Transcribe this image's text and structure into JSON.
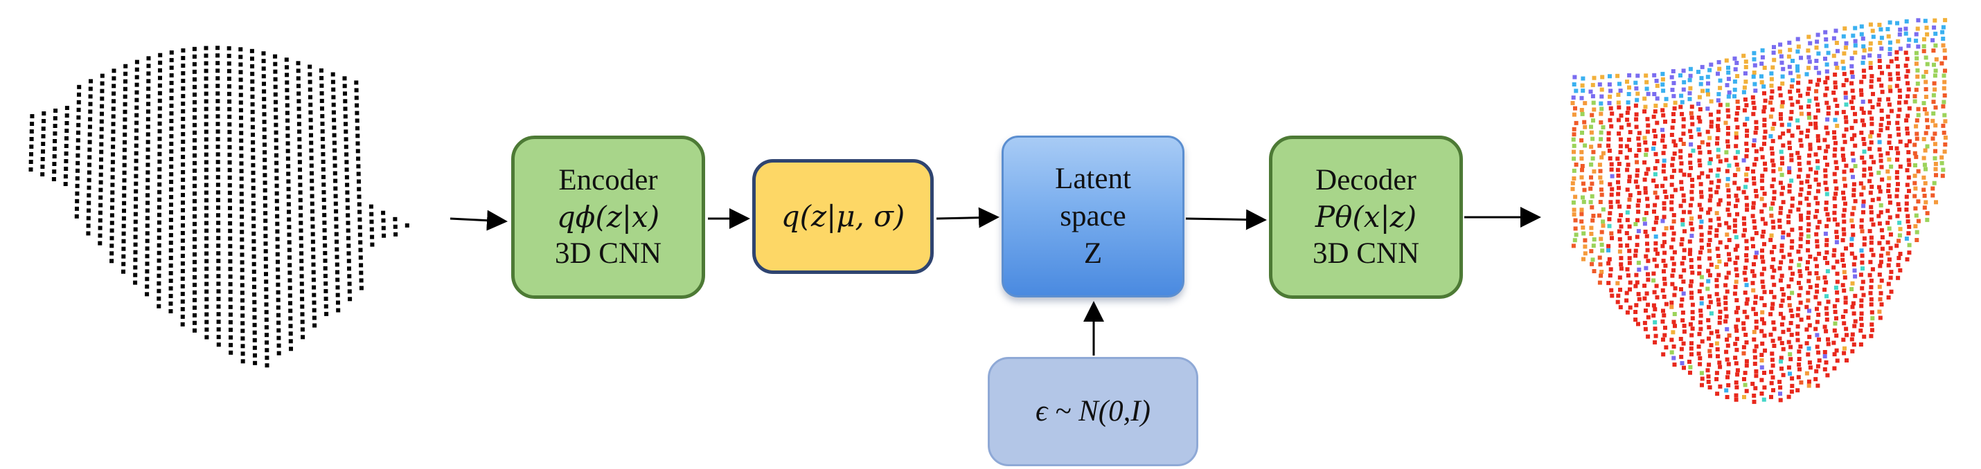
{
  "encoder": {
    "title": "Encoder",
    "formula": "qϕ(z|x)",
    "network": "3D CNN"
  },
  "posterior": {
    "formula": "q(z|μ, σ)"
  },
  "latent": {
    "line1": "Latent",
    "line2": "space",
    "line3": "Z"
  },
  "noise": {
    "formula": "ϵ ~ N(0,I)"
  },
  "decoder": {
    "title": "Decoder",
    "formula": "Pθ(x|z)",
    "network": "3D CNN"
  },
  "input_point_cloud": {
    "color": "#000000",
    "icon": "point-cloud-black"
  },
  "output_point_cloud": {
    "colors": [
      "#e8281c",
      "#f05a28",
      "#f59a3b",
      "#9bd35a",
      "#45d6c8",
      "#3ab0f0",
      "#7a6cf0",
      "#f2b03a"
    ],
    "icon": "point-cloud-colored"
  }
}
